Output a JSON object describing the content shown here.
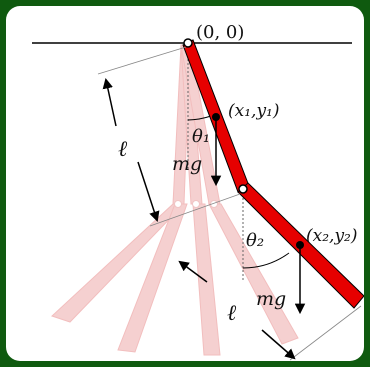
{
  "labels": {
    "origin": "(0, 0)",
    "point1": "(x₁,y₁)",
    "point2": "(x₂,y₂)",
    "theta1": "θ₁",
    "theta2": "θ₂",
    "mg1": "mg",
    "mg2": "mg",
    "length_left": "ℓ",
    "length_bottom": "ℓ"
  },
  "colors": {
    "frame": "#0f5a0f",
    "pendulum": "#e00000",
    "ghost": "#f3c6c6",
    "ink": "#000000"
  }
}
